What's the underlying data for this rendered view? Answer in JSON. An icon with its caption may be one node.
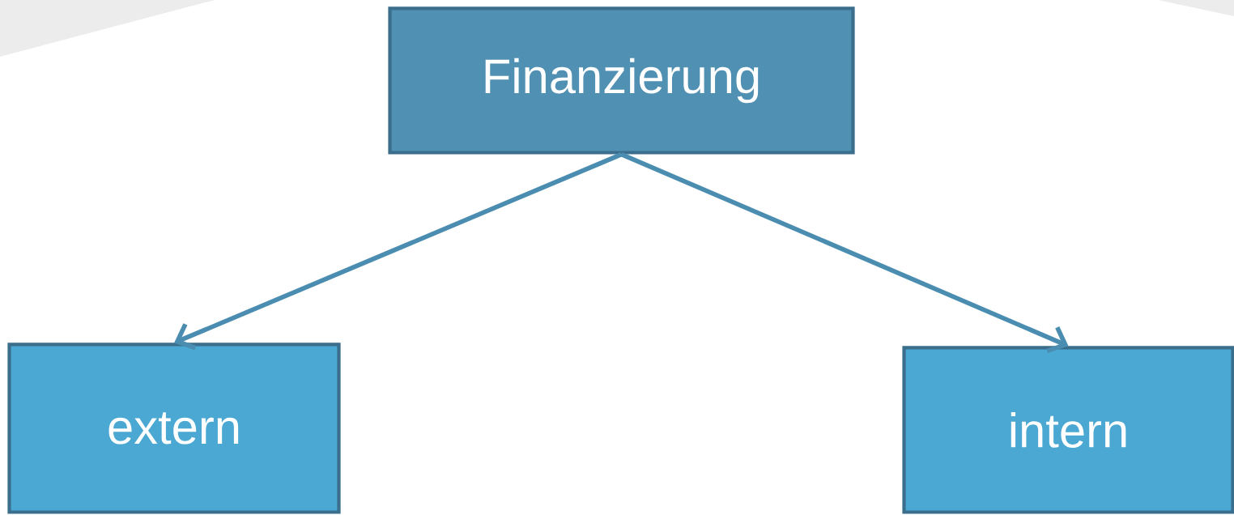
{
  "diagram": {
    "nodes": [
      {
        "text": [
          "Finanzierung"
        ]
      },
      {
        "text": [
          "extern"
        ]
      },
      {
        "text": [
          "intern"
        ]
      }
    ],
    "edges": [
      {
        "from": 0,
        "to": 1,
        "arrow": "to"
      },
      {
        "from": 0,
        "to": 2,
        "arrow": "to"
      }
    ]
  }
}
